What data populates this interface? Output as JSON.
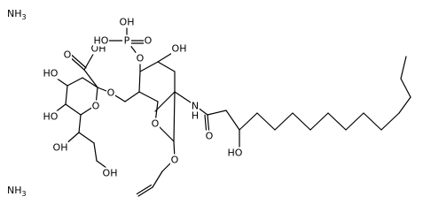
{
  "structure": {
    "counterions": [
      {
        "id": "nh3_top",
        "text": "NH",
        "sub": "3"
      },
      {
        "id": "nh3_bottom",
        "text": "NH",
        "sub": "3"
      }
    ],
    "atom_labels": {
      "oh_acid": "OH",
      "o_carbonyl_acid": "O",
      "o_pyran_ring": "O",
      "o_glycosidic": "O",
      "oh_ring_left_top": "HO",
      "oh_ring_left_bottom": "HO",
      "oh_side_1": "OH",
      "oh_side_2": "OH",
      "ho_phos_left": "HO",
      "p_phos": "P",
      "oh_phos_right": "OH",
      "o_phos_bridge": "O",
      "o_phos_double": "O",
      "oh_ring2": "OH",
      "o_ring2": "O",
      "n_amide": "N",
      "h_amide": "H",
      "o_amide": "O",
      "o_allyl": "O",
      "ho_chain": "HO"
    }
  }
}
